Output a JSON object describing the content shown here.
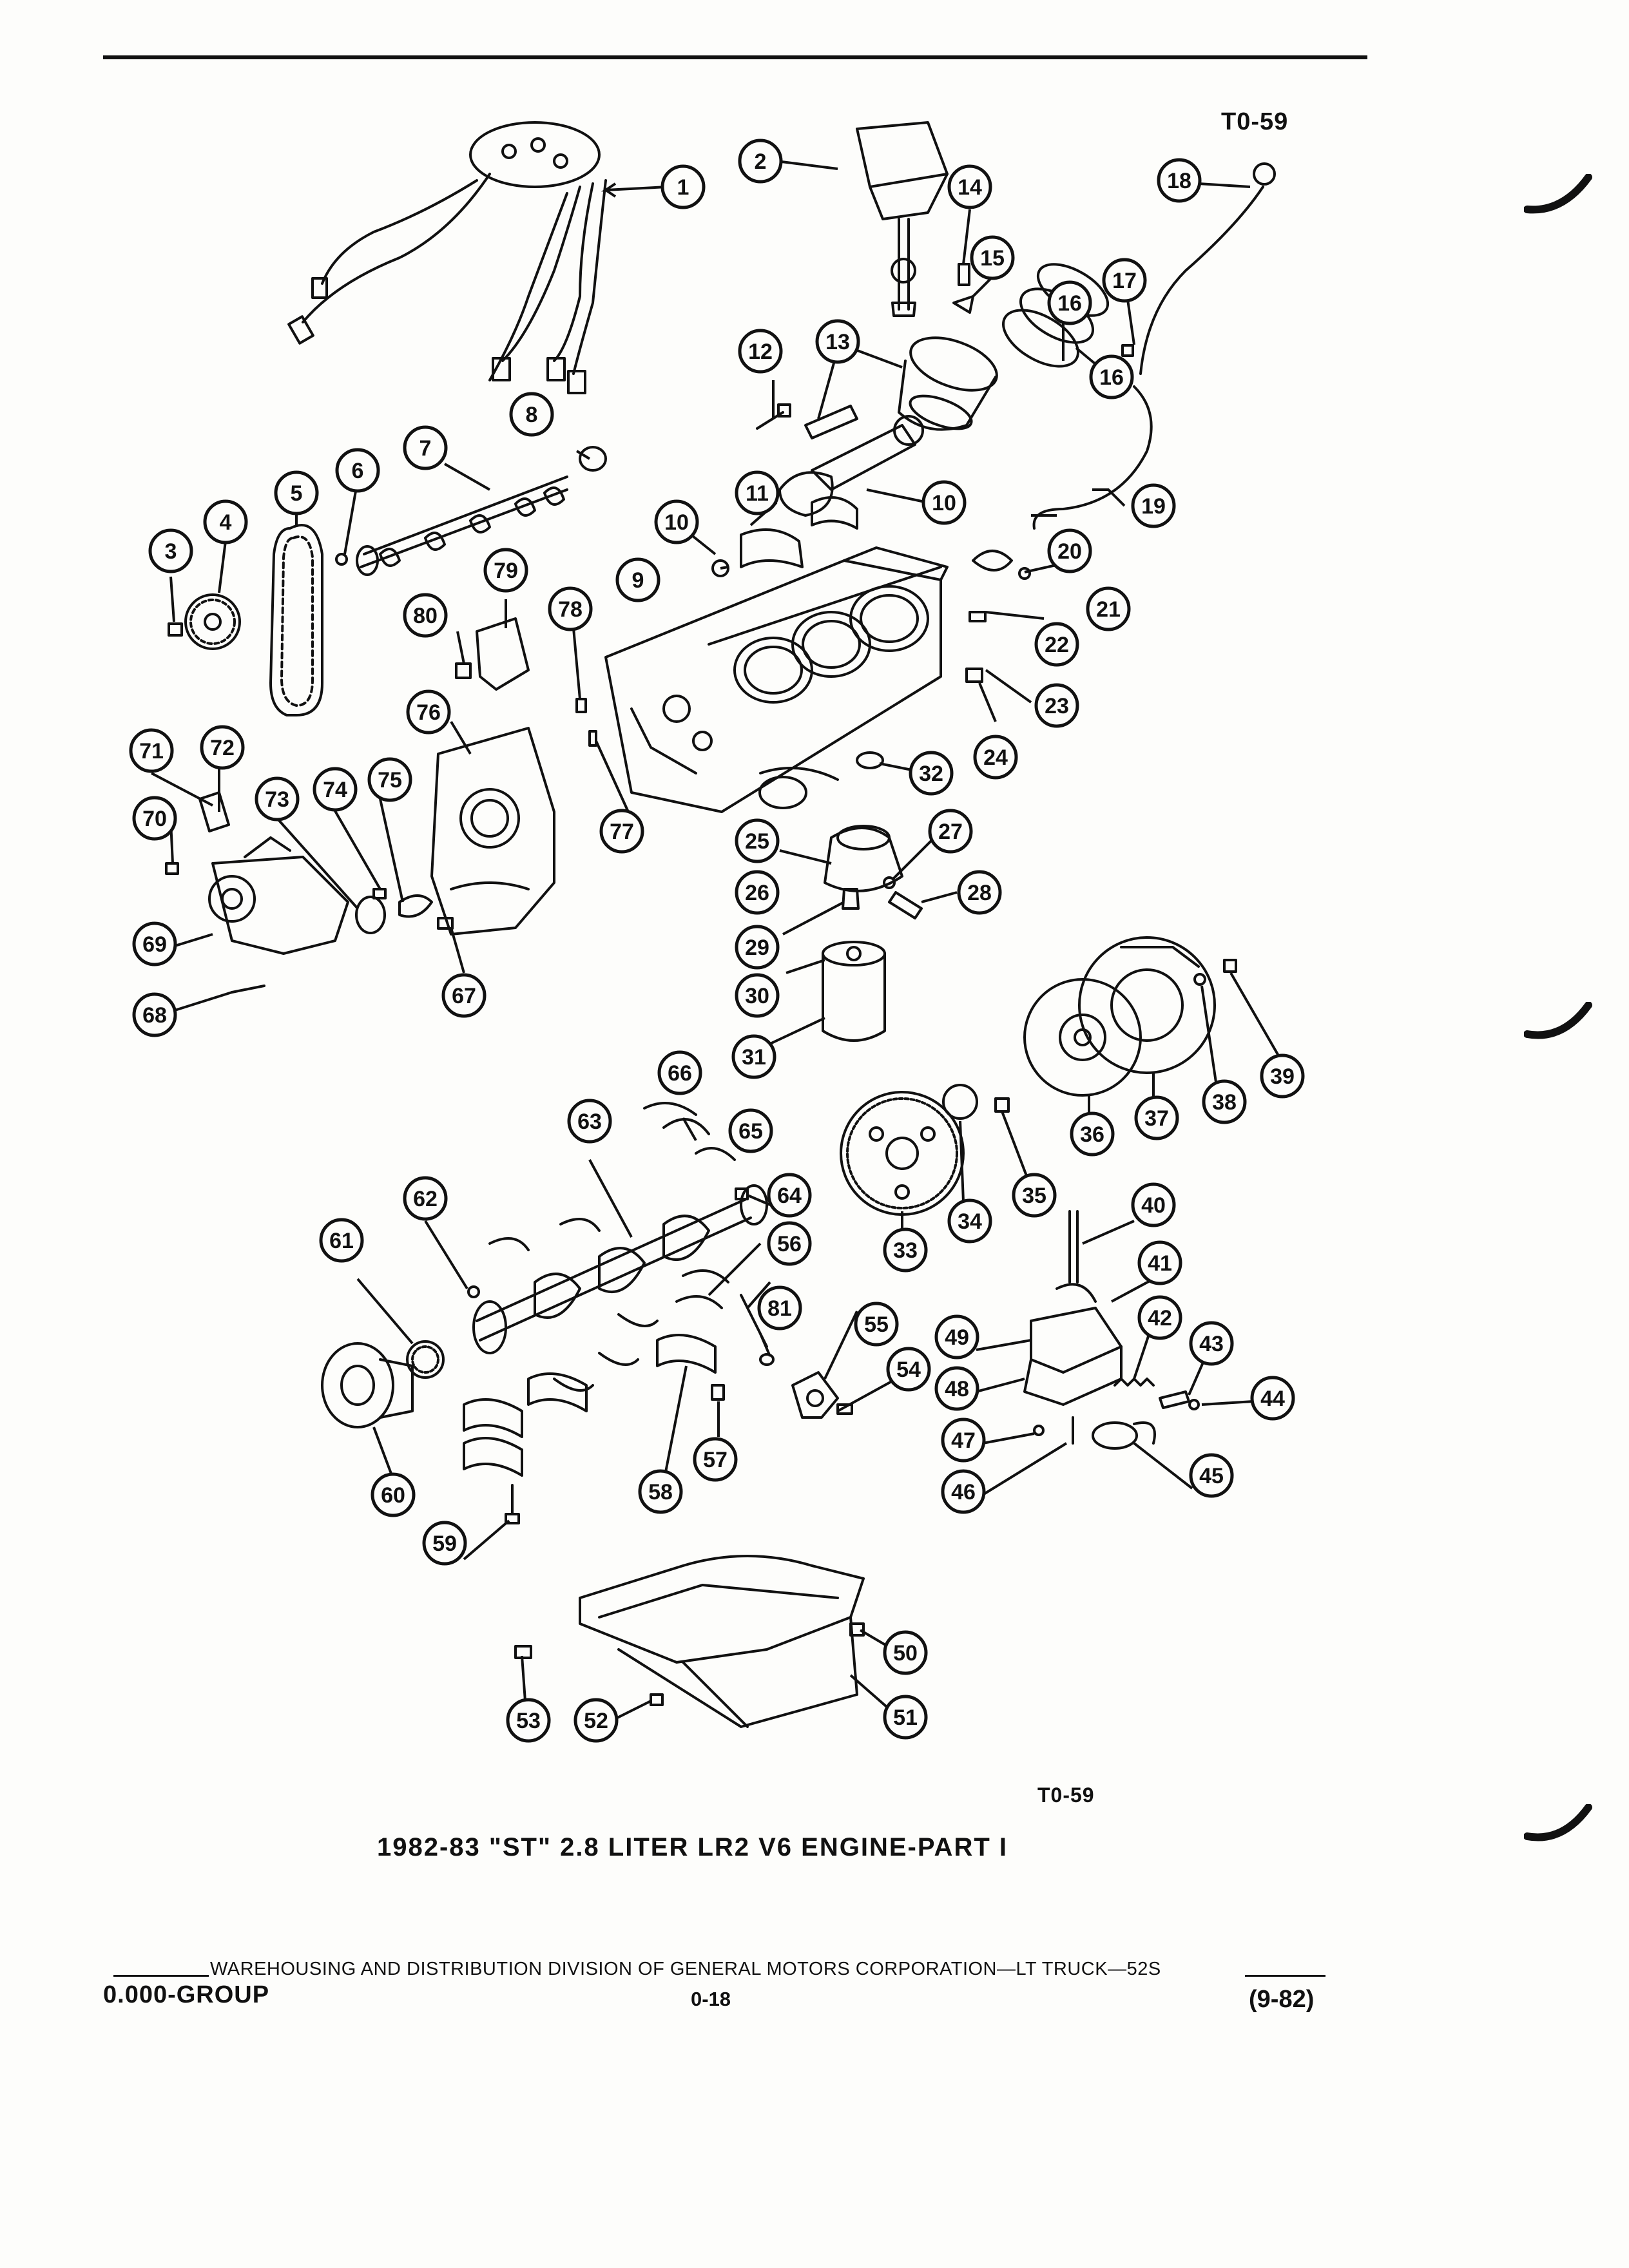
{
  "figure": {
    "code_top": "T0-59",
    "code_bottom": "T0-59",
    "caption": "1982-83 \"ST\" 2.8 LITER LR2 V6 ENGINE-PART I",
    "callouts": [
      "1",
      "2",
      "3",
      "4",
      "5",
      "6",
      "7",
      "8",
      "9",
      "10",
      "10",
      "11",
      "12",
      "13",
      "14",
      "15",
      "16",
      "16",
      "17",
      "18",
      "19",
      "20",
      "21",
      "22",
      "23",
      "24",
      "25",
      "26",
      "27",
      "28",
      "29",
      "30",
      "31",
      "32",
      "33",
      "34",
      "35",
      "36",
      "37",
      "38",
      "39",
      "40",
      "41",
      "42",
      "43",
      "44",
      "45",
      "46",
      "47",
      "48",
      "49",
      "50",
      "51",
      "52",
      "53",
      "54",
      "55",
      "56",
      "57",
      "58",
      "59",
      "60",
      "61",
      "62",
      "63",
      "64",
      "65",
      "66",
      "67",
      "68",
      "69",
      "70",
      "71",
      "72",
      "73",
      "74",
      "75",
      "76",
      "77",
      "78",
      "79",
      "80",
      "81"
    ]
  },
  "footer": {
    "line": "WAREHOUSING AND DISTRIBUTION  DIVISION OF GENERAL MOTORS CORPORATION—LT TRUCK—52S",
    "group": "0.000-GROUP",
    "page": "0-18",
    "date": "(9-82)"
  },
  "colors": {
    "ink": "#111111",
    "paper": "#fdfdfb"
  }
}
